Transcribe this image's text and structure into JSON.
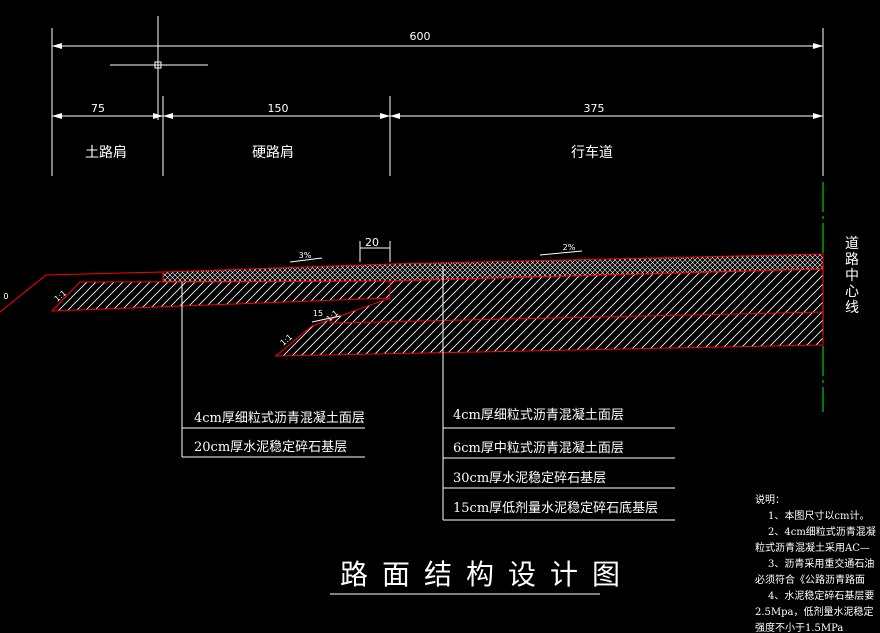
{
  "dimensions": {
    "total": "600",
    "earth_shoulder": "75",
    "hard_shoulder": "150",
    "carriageway": "375",
    "step": "20",
    "step_small": "15"
  },
  "zones": {
    "earth_shoulder": "土路肩",
    "hard_shoulder": "硬路肩",
    "carriageway": "行车道"
  },
  "slopes": {
    "shoulder": "3%",
    "carriageway": "2%",
    "side_1": "1:1",
    "side_2": "1:1",
    "side_3": "1:1",
    "edge": "0"
  },
  "centerline_label": "道路中心线",
  "shoulder_layers": [
    "4cm厚细粒式沥青混凝土面层",
    "20cm厚水泥稳定碎石基层"
  ],
  "carriageway_layers": [
    "4cm厚细粒式沥青混凝土面层",
    "6cm厚中粒式沥青混凝土面层",
    "30cm厚水泥稳定碎石基层",
    "15cm厚低剂量水泥稳定碎石底基层"
  ],
  "title": "路面结构设计图",
  "notes": {
    "heading": "说明：",
    "lines": [
      "1、本图尺寸以cm计。",
      "2、4cm细粒式沥青混凝",
      "粒式沥青混凝土采用AC—",
      "3、沥青采用重交通石油",
      "必须符合《公路沥青路面",
      "4、水泥稳定碎石基层要",
      "2.5Mpa，低剂量水泥稳定",
      "强度不小于1.5MPa"
    ]
  },
  "colors": {
    "background": "#000000",
    "lines": "#ffffff",
    "pavement_outline": "#ff0000",
    "centerline": "#00cc00"
  }
}
